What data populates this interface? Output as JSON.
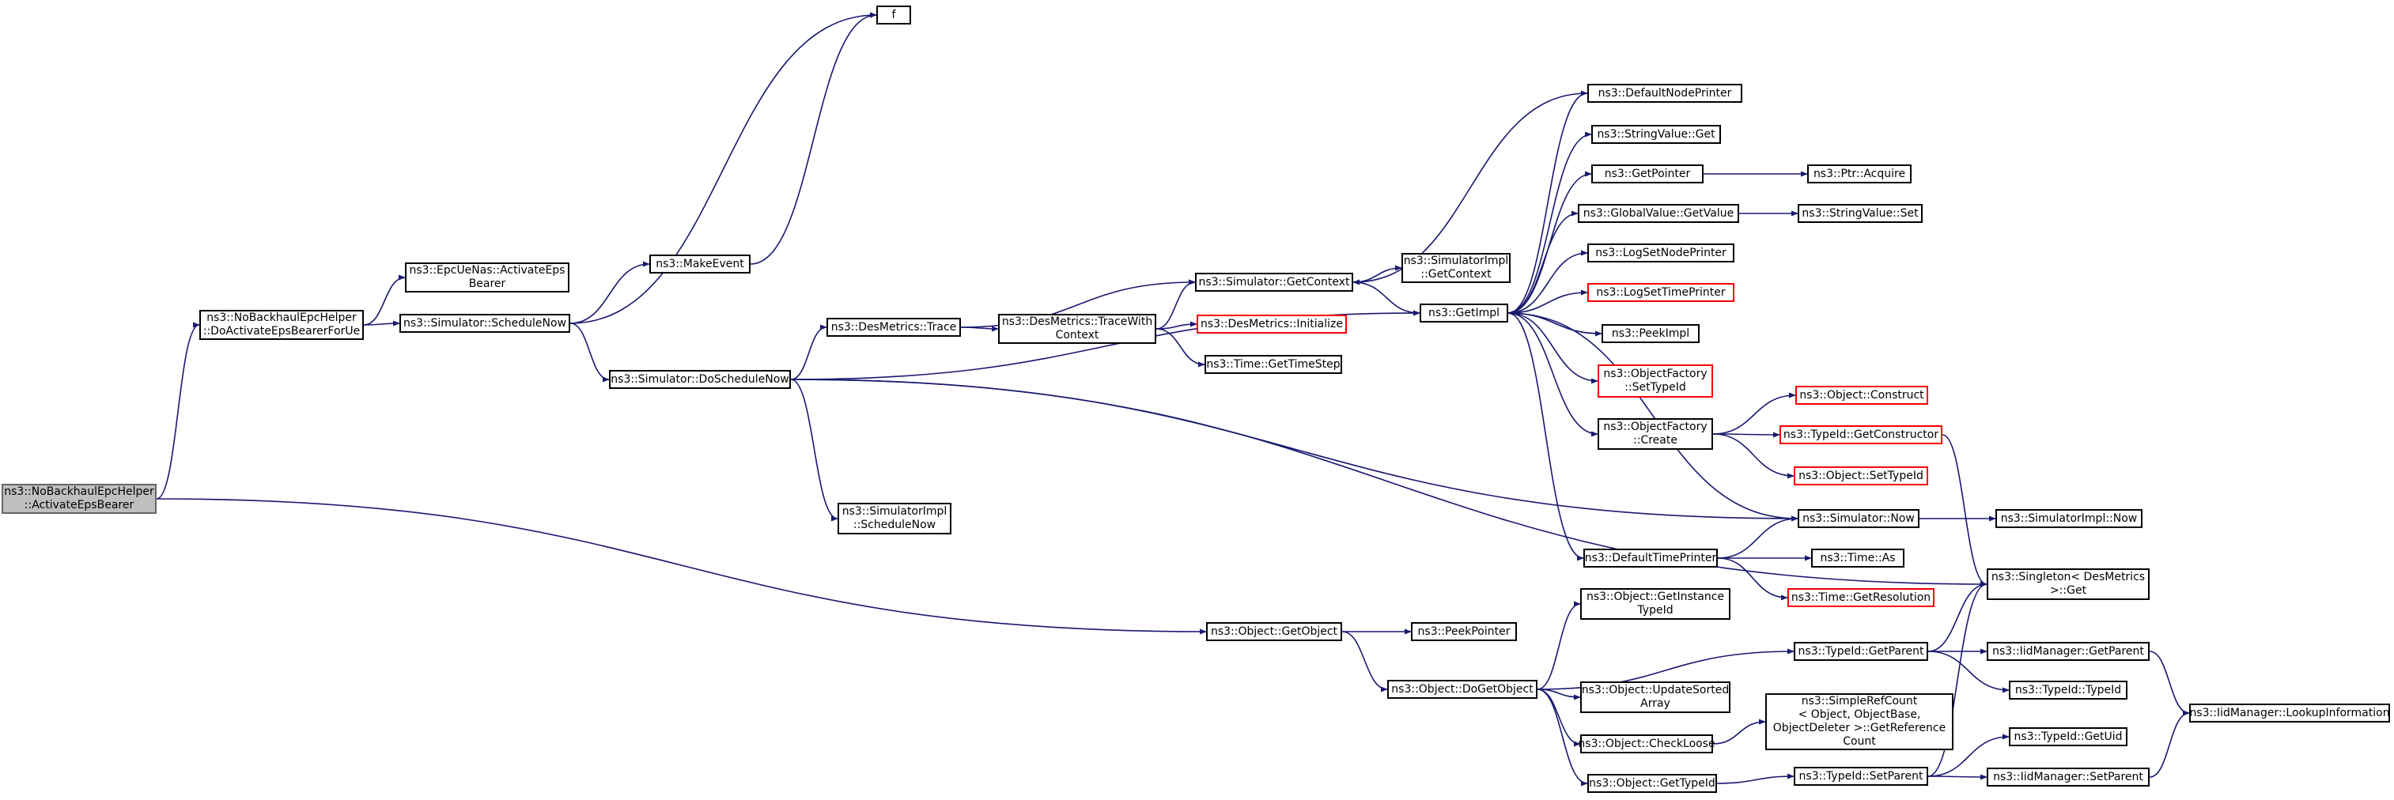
{
  "colors": {
    "edge": "#191970",
    "node_border": "#000000",
    "incomplete_border": "#ff0000",
    "root_fill": "#bfbfbf"
  },
  "nodes": {
    "root": {
      "lines": [
        "ns3::NoBackhaulEpcHelper",
        "::ActivateEpsBearer"
      ]
    },
    "doActivate": {
      "lines": [
        "ns3::NoBackhaulEpcHelper",
        "::DoActivateEpsBearerForUe"
      ]
    },
    "epcUeNas": {
      "lines": [
        "ns3::EpcUeNas::ActivateEps",
        "Bearer"
      ]
    },
    "scheduleNow": {
      "lines": [
        "ns3::Simulator::ScheduleNow"
      ]
    },
    "makeEvent": {
      "lines": [
        "ns3::MakeEvent"
      ]
    },
    "f": {
      "lines": [
        "f"
      ]
    },
    "doScheduleNow": {
      "lines": [
        "ns3::Simulator::DoScheduleNow"
      ]
    },
    "desTrace": {
      "lines": [
        "ns3::DesMetrics::Trace"
      ]
    },
    "traceWithContext": {
      "lines": [
        "ns3::DesMetrics::TraceWith",
        "Context"
      ]
    },
    "desInit": {
      "lines": [
        "ns3::DesMetrics::Initialize"
      ]
    },
    "getTimeStep": {
      "lines": [
        "ns3::Time::GetTimeStep"
      ]
    },
    "simGetContext": {
      "lines": [
        "ns3::Simulator::GetContext"
      ]
    },
    "implGetContext": {
      "lines": [
        "ns3::SimulatorImpl",
        "::GetContext"
      ]
    },
    "getImpl": {
      "lines": [
        "ns3::GetImpl"
      ]
    },
    "implScheduleNow": {
      "lines": [
        "ns3::SimulatorImpl",
        "::ScheduleNow"
      ]
    },
    "defaultNodePrinter": {
      "lines": [
        "ns3::DefaultNodePrinter"
      ]
    },
    "stringValueGet": {
      "lines": [
        "ns3::StringValue::Get"
      ]
    },
    "getPointer": {
      "lines": [
        "ns3::GetPointer"
      ]
    },
    "ptrAcquire": {
      "lines": [
        "ns3::Ptr::Acquire"
      ]
    },
    "globalGetValue": {
      "lines": [
        "ns3::GlobalValue::GetValue"
      ]
    },
    "stringValueSet": {
      "lines": [
        "ns3::StringValue::Set"
      ]
    },
    "logSetNodePrinter": {
      "lines": [
        "ns3::LogSetNodePrinter"
      ]
    },
    "logSetTimePrinter": {
      "lines": [
        "ns3::LogSetTimePrinter"
      ]
    },
    "peekImpl": {
      "lines": [
        "ns3::PeekImpl"
      ]
    },
    "ofSetTypeId": {
      "lines": [
        "ns3::ObjectFactory",
        "::SetTypeId"
      ]
    },
    "ofCreate": {
      "lines": [
        "ns3::ObjectFactory",
        "::Create"
      ]
    },
    "objConstruct": {
      "lines": [
        "ns3::Object::Construct"
      ]
    },
    "typeIdGetConstructor": {
      "lines": [
        "ns3::TypeId::GetConstructor"
      ]
    },
    "objSetTypeId": {
      "lines": [
        "ns3::Object::SetTypeId"
      ]
    },
    "simNow": {
      "lines": [
        "ns3::Simulator::Now"
      ]
    },
    "implNow": {
      "lines": [
        "ns3::SimulatorImpl::Now"
      ]
    },
    "defaultTimePrinter": {
      "lines": [
        "ns3::DefaultTimePrinter"
      ]
    },
    "timeAs": {
      "lines": [
        "ns3::Time::As"
      ]
    },
    "timeGetResolution": {
      "lines": [
        "ns3::Time::GetResolution"
      ]
    },
    "singletonGet": {
      "lines": [
        "ns3::Singleton< DesMetrics",
        " >::Get"
      ]
    },
    "objGetObject": {
      "lines": [
        "ns3::Object::GetObject"
      ]
    },
    "peekPointer": {
      "lines": [
        "ns3::PeekPointer"
      ]
    },
    "objGetInstanceTypeId": {
      "lines": [
        "ns3::Object::GetInstance",
        "TypeId"
      ]
    },
    "objDoGetObject": {
      "lines": [
        "ns3::Object::DoGetObject"
      ]
    },
    "typeIdGetParent": {
      "lines": [
        "ns3::TypeId::GetParent"
      ]
    },
    "iidGetParent": {
      "lines": [
        "ns3::IidManager::GetParent"
      ]
    },
    "typeIdTypeId": {
      "lines": [
        "ns3::TypeId::TypeId"
      ]
    },
    "iidLookup": {
      "lines": [
        "ns3::IidManager::LookupInformation"
      ]
    },
    "objUpdateSorted": {
      "lines": [
        "ns3::Object::UpdateSorted",
        "Array"
      ]
    },
    "simpleRefCount": {
      "lines": [
        "ns3::SimpleRefCount",
        "< Object, ObjectBase,",
        "ObjectDeleter >::GetReference",
        "Count"
      ]
    },
    "objCheckLoose": {
      "lines": [
        "ns3::Object::CheckLoose"
      ]
    },
    "typeIdGetUid": {
      "lines": [
        "ns3::TypeId::GetUid"
      ]
    },
    "objGetTypeId": {
      "lines": [
        "ns3::Object::GetTypeId"
      ]
    },
    "typeIdSetParent": {
      "lines": [
        "ns3::TypeId::SetParent"
      ]
    },
    "iidSetParent": {
      "lines": [
        "ns3::IidManager::SetParent"
      ]
    }
  },
  "edges": [
    [
      "root",
      "doActivate"
    ],
    [
      "root",
      "objGetObject"
    ],
    [
      "doActivate",
      "epcUeNas"
    ],
    [
      "doActivate",
      "scheduleNow"
    ],
    [
      "scheduleNow",
      "makeEvent"
    ],
    [
      "scheduleNow",
      "f"
    ],
    [
      "scheduleNow",
      "doScheduleNow"
    ],
    [
      "makeEvent",
      "f"
    ],
    [
      "doScheduleNow",
      "desTrace"
    ],
    [
      "doScheduleNow",
      "getImpl"
    ],
    [
      "doScheduleNow",
      "implScheduleNow"
    ],
    [
      "doScheduleNow",
      "simNow"
    ],
    [
      "doScheduleNow",
      "singletonGet"
    ],
    [
      "desTrace",
      "simGetContext"
    ],
    [
      "desTrace",
      "traceWithContext"
    ],
    [
      "traceWithContext",
      "simGetContext"
    ],
    [
      "traceWithContext",
      "desInit"
    ],
    [
      "traceWithContext",
      "getTimeStep"
    ],
    [
      "simGetContext",
      "implGetContext"
    ],
    [
      "simGetContext",
      "getImpl"
    ],
    [
      "getImpl",
      "defaultNodePrinter"
    ],
    [
      "getImpl",
      "stringValueGet"
    ],
    [
      "getImpl",
      "getPointer"
    ],
    [
      "getImpl",
      "globalGetValue"
    ],
    [
      "getImpl",
      "logSetNodePrinter"
    ],
    [
      "getImpl",
      "logSetTimePrinter"
    ],
    [
      "getImpl",
      "peekImpl"
    ],
    [
      "getImpl",
      "ofSetTypeId"
    ],
    [
      "getImpl",
      "ofCreate"
    ],
    [
      "getImpl",
      "defaultTimePrinter"
    ],
    [
      "defaultNodePrinter",
      "simGetContext"
    ],
    [
      "getPointer",
      "ptrAcquire"
    ],
    [
      "globalGetValue",
      "stringValueSet"
    ],
    [
      "ofCreate",
      "objConstruct"
    ],
    [
      "ofCreate",
      "typeIdGetConstructor"
    ],
    [
      "ofCreate",
      "objSetTypeId"
    ],
    [
      "typeIdGetConstructor",
      "singletonGet"
    ],
    [
      "simNow",
      "getImpl"
    ],
    [
      "simNow",
      "implNow"
    ],
    [
      "defaultTimePrinter",
      "simNow"
    ],
    [
      "defaultTimePrinter",
      "timeAs"
    ],
    [
      "defaultTimePrinter",
      "timeGetResolution"
    ],
    [
      "objGetObject",
      "peekPointer"
    ],
    [
      "objGetObject",
      "objDoGetObject"
    ],
    [
      "objDoGetObject",
      "objGetInstanceTypeId"
    ],
    [
      "objDoGetObject",
      "typeIdGetParent"
    ],
    [
      "objDoGetObject",
      "objUpdateSorted"
    ],
    [
      "objDoGetObject",
      "objCheckLoose"
    ],
    [
      "objDoGetObject",
      "objGetTypeId"
    ],
    [
      "typeIdGetParent",
      "singletonGet"
    ],
    [
      "typeIdGetParent",
      "iidGetParent"
    ],
    [
      "typeIdGetParent",
      "typeIdTypeId"
    ],
    [
      "iidGetParent",
      "iidLookup"
    ],
    [
      "objCheckLoose",
      "simpleRefCount"
    ],
    [
      "objGetTypeId",
      "typeIdSetParent"
    ],
    [
      "typeIdSetParent",
      "singletonGet"
    ],
    [
      "typeIdSetParent",
      "typeIdGetUid"
    ],
    [
      "typeIdSetParent",
      "iidSetParent"
    ],
    [
      "iidSetParent",
      "iidLookup"
    ]
  ]
}
